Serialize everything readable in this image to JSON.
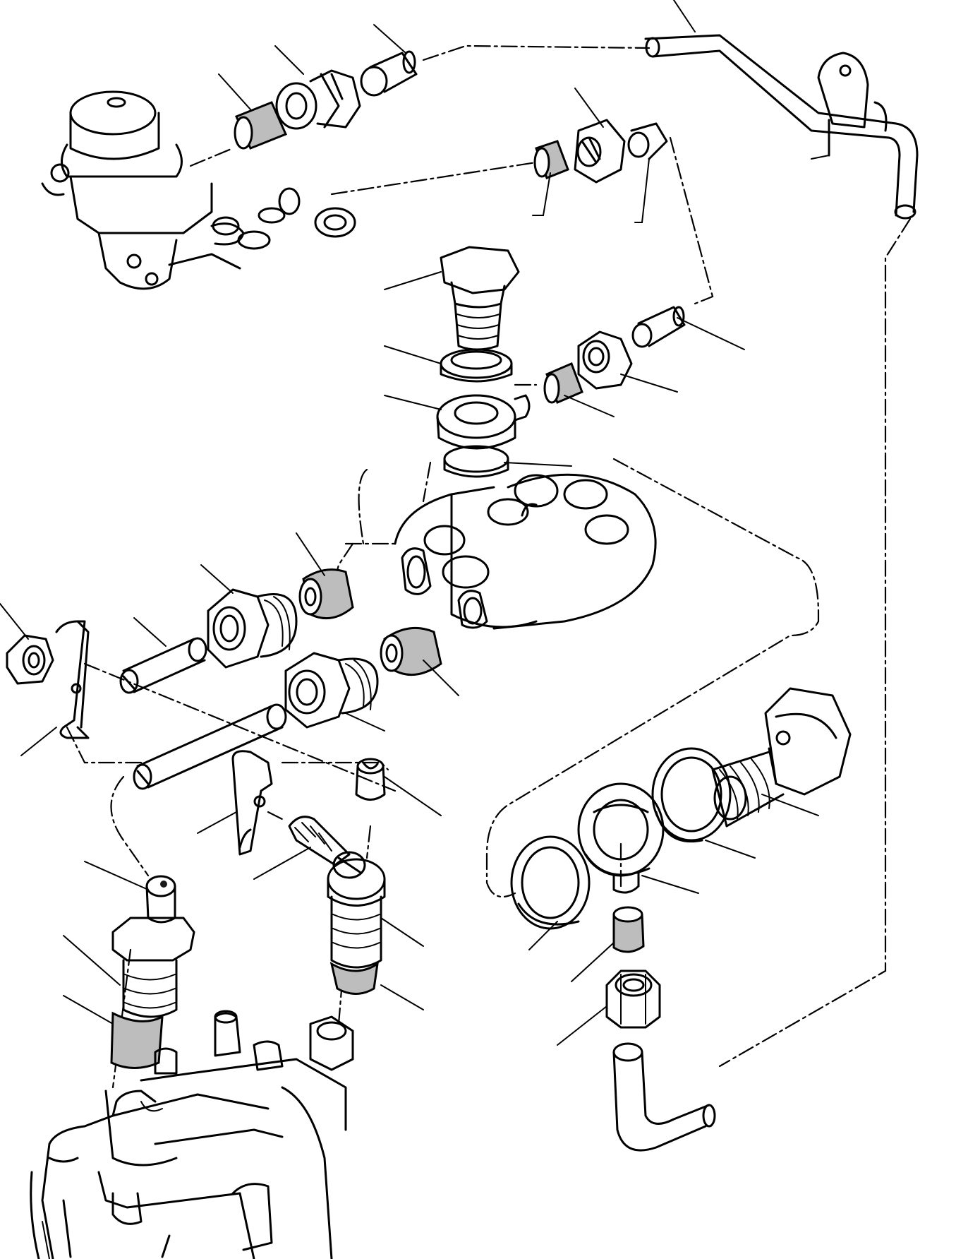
{
  "figure": {
    "kind": "exploded-parts-diagram",
    "labels_printed": false,
    "colors": {
      "ink": "#000000",
      "paper": "#ffffff",
      "stipple": "#bdbdbd"
    }
  },
  "leader_callouts": [
    "feed-pump-pipe-top",
    "pipe-clip-top-right",
    "banjo-sleeve-top",
    "banjo-union-top",
    "sleeve-top",
    "union-nut-small",
    "olive-small-left",
    "olive-small-right",
    "banjo-bolt-center",
    "washer-upper",
    "banjo-union-center",
    "washer-lower",
    "sleeve-right-short",
    "union-nut-right",
    "olive-right",
    "sleeve-left-upper",
    "union-left-upper",
    "pipe-short-left",
    "nut-far-left",
    "clip-left",
    "olive-left-lower",
    "union-left-lower",
    "clip-center-lower",
    "bolt-small-lower",
    "cap-small-lower",
    "injector-left",
    "olive-injector-left",
    "banjo-fitting-lower",
    "olive-injector-lower",
    "banjo-bolt-large",
    "washer-large-outer",
    "banjo-body-large",
    "washer-large-lower",
    "olive-large-lower",
    "nut-large-lower"
  ]
}
